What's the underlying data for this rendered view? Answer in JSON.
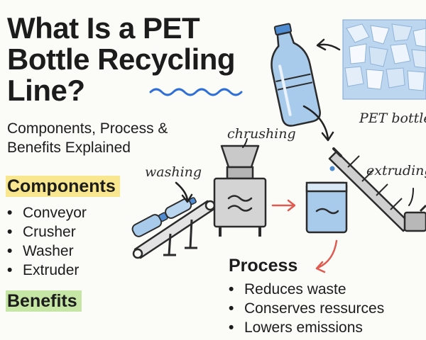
{
  "title": "What Is a PET Bottle Recycling Line?",
  "subtitle": "Components, Process & Benefits Explained",
  "labels": {
    "crushing": "chrushing",
    "washing": "washing",
    "extruding": "extruding",
    "pet_bottles": "PET bottles"
  },
  "components": {
    "heading": "Components",
    "items": [
      "Conveyor",
      "Crusher",
      "Washer",
      "Extruder"
    ]
  },
  "process": {
    "heading": "Process",
    "items": [
      "Reduces waste",
      "Conserves ressurces",
      "Lowers emissions"
    ]
  },
  "benefits": {
    "heading": "Benefits"
  },
  "colors": {
    "highlight_yellow": "#f8e78f",
    "highlight_green": "#c6e6a6",
    "bottle_blue": "#a9cbeb",
    "flake_blue": "#bcd6ef",
    "arrow_red": "#e05a4f",
    "squiggle_blue": "#2f6fd6"
  }
}
